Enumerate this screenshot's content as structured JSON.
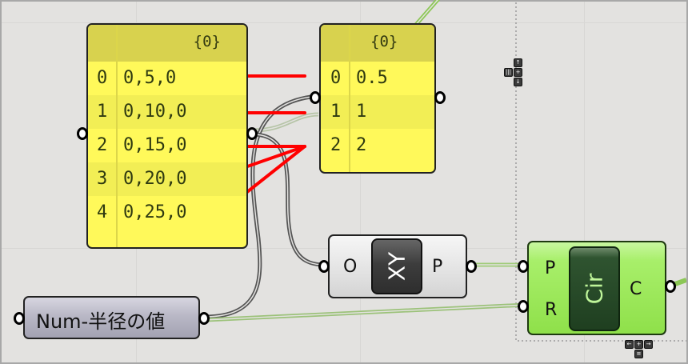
{
  "panels": {
    "points": {
      "header": "{0}",
      "rows": [
        {
          "index": "0",
          "value": "0,5,0"
        },
        {
          "index": "1",
          "value": "0,10,0"
        },
        {
          "index": "2",
          "value": "0,15,0"
        },
        {
          "index": "3",
          "value": "0,20,0"
        },
        {
          "index": "4",
          "value": "0,25,0"
        }
      ]
    },
    "numbers": {
      "header": "{0}",
      "rows": [
        {
          "index": "0",
          "value": "0.5"
        },
        {
          "index": "1",
          "value": "1"
        },
        {
          "index": "2",
          "value": "2"
        }
      ]
    }
  },
  "components": {
    "xy_plane": {
      "input": "O",
      "icon_text": "XY",
      "output": "P"
    },
    "circle": {
      "inputs": [
        "P",
        "R"
      ],
      "icon_text": "Cir",
      "output": "C"
    },
    "number_param": {
      "label": "Num-半径の値"
    }
  },
  "colors": {
    "panel_bg": "#fff95a",
    "panel_header": "#d8d24e",
    "circle_green": "#8fe04a",
    "wire_dark": "#555555",
    "wire_green": "#8cc756",
    "annotation_red": "#ff0000"
  },
  "cluster_controls": {
    "vertical": [
      "↑",
      "+",
      "↓"
    ],
    "side": "|||",
    "horizontal": [
      "←",
      "+",
      "→"
    ],
    "bottom": "≡"
  }
}
